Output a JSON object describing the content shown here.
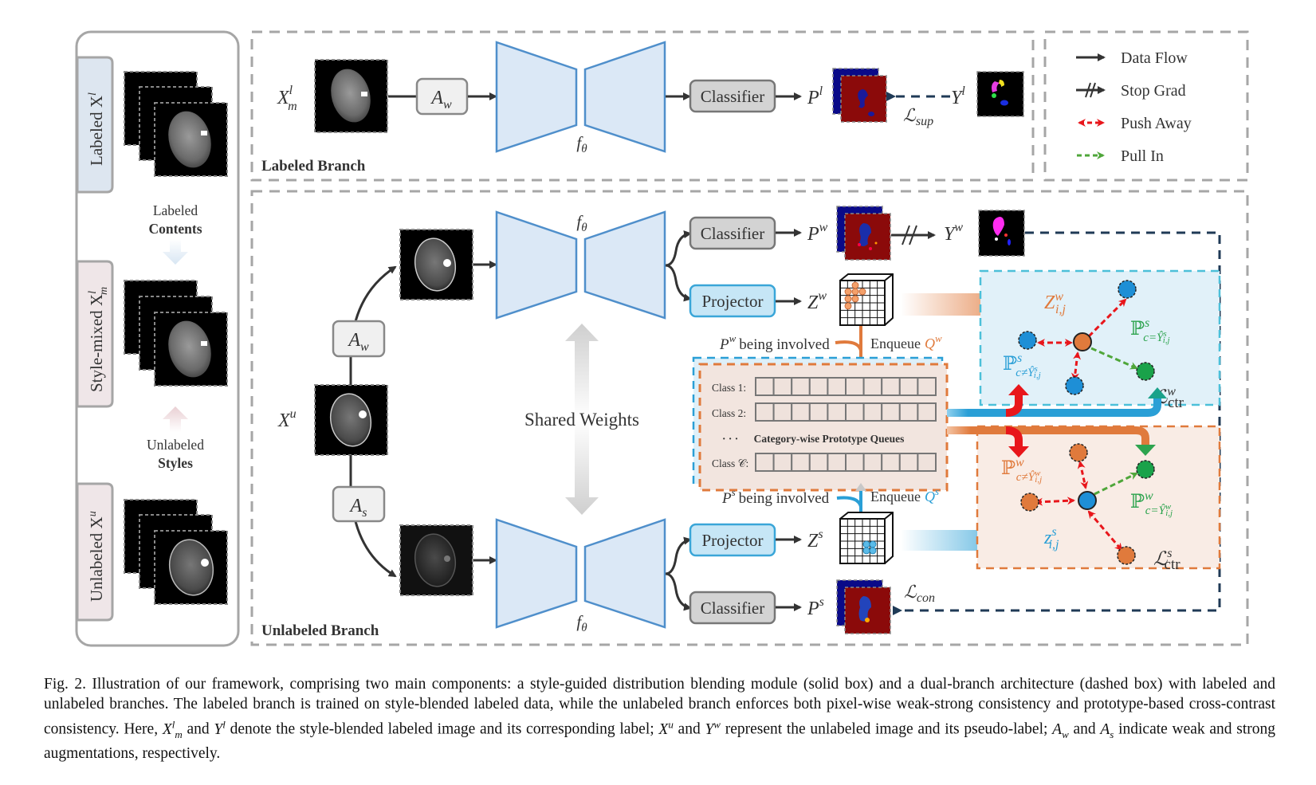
{
  "figure": {
    "left_panel": {
      "tab_labeled": "Labeled X",
      "tab_labeled_sup": "l",
      "tab_stylemixed": "Style-mixed X",
      "tab_stylemixed_sup": "l",
      "tab_stylemixed_sub": "m",
      "tab_unlabeled": "Unlabeled X",
      "tab_unlabeled_sup": "u",
      "labeled_contents_line1": "Labeled",
      "labeled_contents_line2": "Contents",
      "unlabeled_styles_line1": "Unlabeled",
      "unlabeled_styles_line2": "Styles"
    },
    "labeled_branch": {
      "title": "Labeled Branch",
      "input_label": "X",
      "input_sup": "l",
      "input_sub": "m",
      "aug": "A",
      "aug_sub": "w",
      "encoder_label": "f",
      "encoder_sub": "θ",
      "classifier": "Classifier",
      "pred": "P",
      "pred_sup": "l",
      "gt": "Y",
      "gt_sup": "l",
      "loss": "ℒ",
      "loss_sub": "sup"
    },
    "legend": {
      "items": [
        {
          "label": "Data Flow",
          "style": "solid-arrow",
          "color": "#333333"
        },
        {
          "label": "Stop Grad",
          "style": "stop-grad-arrow",
          "color": "#333333"
        },
        {
          "label": "Push Away",
          "style": "dashed-double-arrow",
          "color": "#e8161b"
        },
        {
          "label": "Pull In",
          "style": "dashed-arrow",
          "color": "#4fa63a"
        }
      ]
    },
    "unlabeled_branch": {
      "title": "Unlabeled Branch",
      "input_label": "X",
      "input_sup": "u",
      "aug_weak": "A",
      "aug_weak_sub": "w",
      "aug_strong": "A",
      "aug_strong_sub": "s",
      "encoder_label": "f",
      "encoder_sub": "θ",
      "shared_weights": "Shared Weights",
      "classifier": "Classifier",
      "projector": "Projector",
      "pw": "P",
      "pw_sup": "w",
      "yw": "Y",
      "yw_sup": "w",
      "zw": "Z",
      "zw_sup": "w",
      "ps": "P",
      "ps_sup": "s",
      "zs": "Z",
      "zs_sup": "s",
      "pw_involved": "being involved",
      "ps_involved": "being involved",
      "enqueue": "Enqueue",
      "qw": "Q",
      "qw_sup": "w",
      "qs": "Q",
      "qs_sup": "s",
      "loss_con": "ℒ",
      "loss_con_sub": "con",
      "queue": {
        "title": "Category-wise Prototype Queues",
        "rows": [
          "Class 1:",
          "Class 2:",
          "Class 𝒞:"
        ],
        "ellipsis": "· · ·",
        "slots": 10
      },
      "contrast_w": {
        "anchor": "Z",
        "anchor_sup": "w",
        "anchor_sub": "i,j",
        "neg": "ℙ",
        "neg_sup": "s",
        "neg_sub": "c≠Ŷ",
        "neg_sub2_sup": "s",
        "neg_sub2": "i,j",
        "pos": "ℙ",
        "pos_sup": "s",
        "pos_sub": "c=Ŷ",
        "loss": "ℒ",
        "loss_sup": "w",
        "loss_sub": "ctr"
      },
      "contrast_s": {
        "anchor": "z",
        "anchor_sup": "s",
        "anchor_sub": "i,j",
        "neg": "ℙ",
        "neg_sup": "w",
        "neg_sub": "c≠Ŷ",
        "pos": "ℙ",
        "pos_sup": "w",
        "pos_sub": "c=Ŷ",
        "loss": "ℒ",
        "loss_sup": "s",
        "loss_sub": "ctr"
      }
    },
    "colors": {
      "encoder_fill": "#dbe8f6",
      "encoder_stroke": "#4f8fcb",
      "orange": "#e07a3c",
      "blue": "#2a9fd6",
      "red": "#e8161b",
      "green": "#2ea44f",
      "dashed_gray": "#a6a6a6",
      "dark_navy": "#1f3a56"
    }
  },
  "caption": {
    "text": "Fig. 2.   Illustration of our framework, comprising two main components: a style-guided distribution blending module (solid box) and a dual-branch architecture (dashed box) with labeled and unlabeled branches. The labeled branch is trained on style-blended labeled data, while the unlabeled branch enforces both pixel-wise weak-strong consistency and prototype-based cross-contrast consistency. Here, X_m^l and Y^l denote the style-blended labeled image and its corresponding label; X^u and Y^w represent the unlabeled image and its pseudo-label; A_w and A_s indicate weak and strong augmentations, respectively.",
    "part1": "Fig. 2.   Illustration of our framework, comprising two main components: a style-guided distribution blending module (solid box) and a dual-branch architecture (dashed box) with labeled and unlabeled branches. The labeled branch is trained on style-blended labeled data, while the unlabeled branch enforces both pixel-wise weak-strong consistency and prototype-based cross-contrast consistency. Here, ",
    "part2": " and ",
    "part3": " denote the style-blended labeled image and its corresponding label; ",
    "part4": " and ",
    "part5": " represent the unlabeled image and its pseudo-label; ",
    "part6": " and ",
    "part7": " indicate weak and strong augmentations, respectively."
  }
}
